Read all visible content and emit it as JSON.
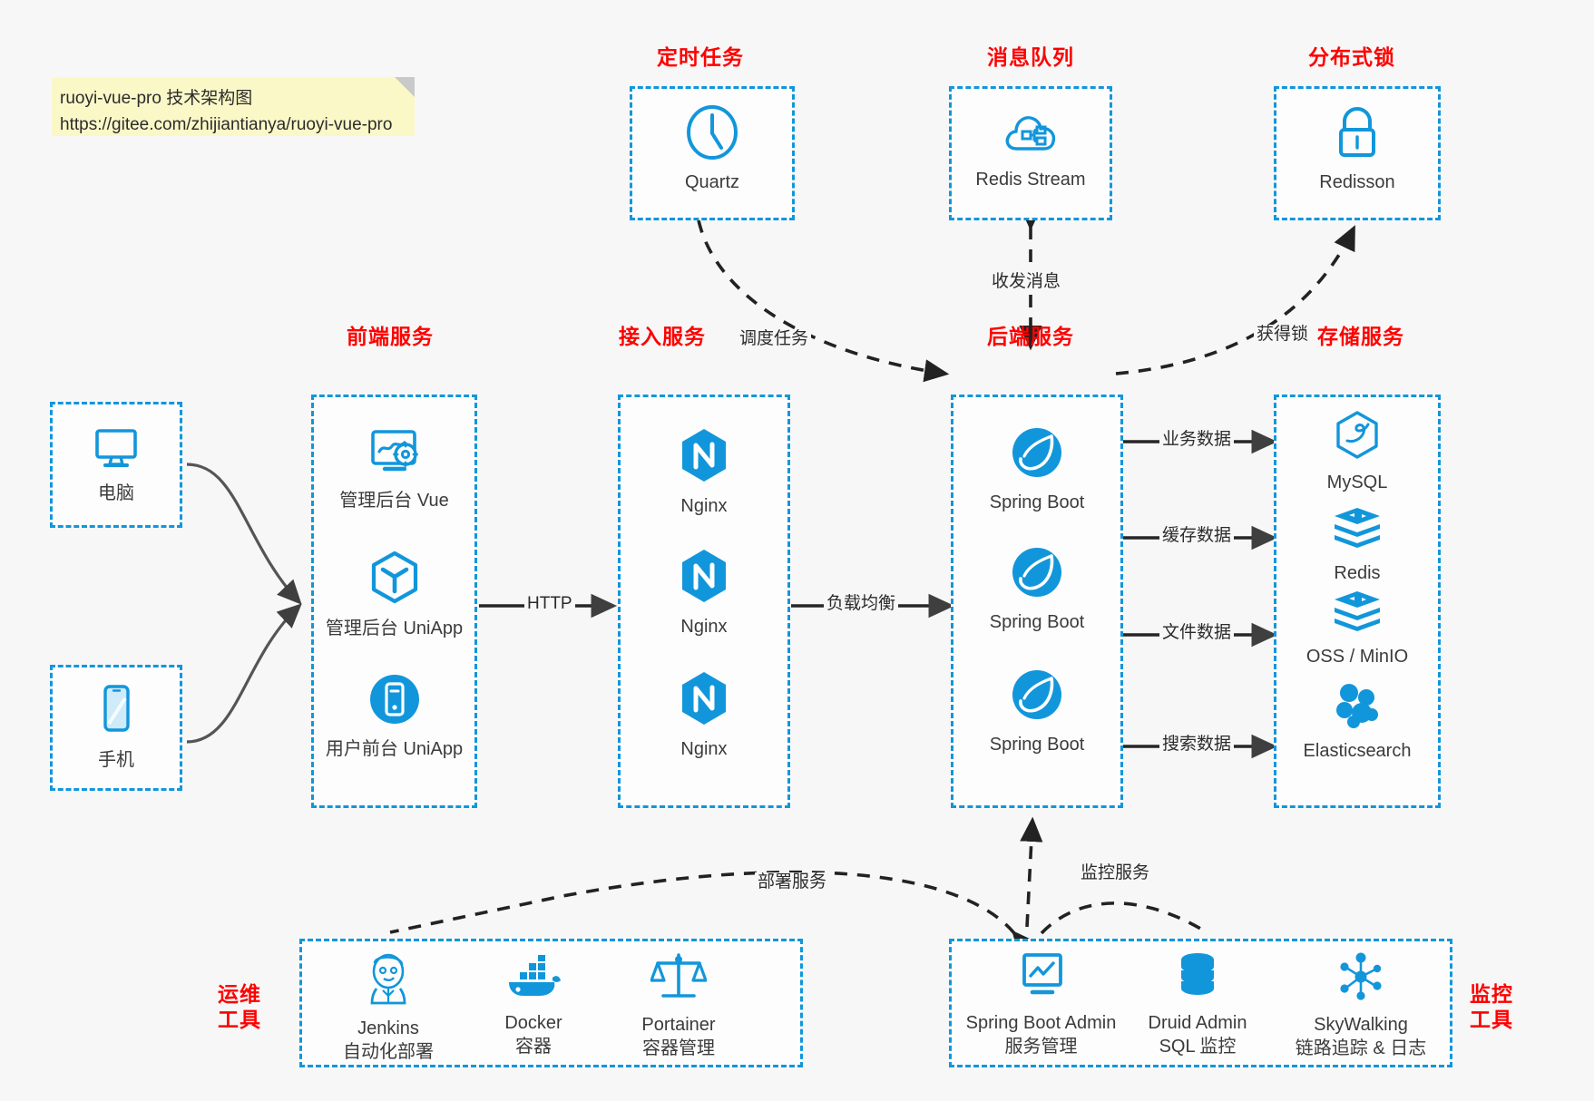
{
  "note": {
    "line1": "ruoyi-vue-pro 技术架构图",
    "line2": "https://gitee.com/zhijiantianya/ruoyi-vue-pro"
  },
  "colors": {
    "accent_blue": "#1296db",
    "icon_blue": "#1296db",
    "group_title_red": "#ff0000",
    "arrow_gray": "#3f3f3f",
    "background": "#f7f7f7",
    "note_yellow": "#fbf8c8"
  },
  "groups": {
    "scheduled_task": "定时任务",
    "message_queue": "消息队列",
    "distributed_lock": "分布式锁",
    "frontend_service": "前端服务",
    "gateway_service": "接入服务",
    "backend_service": "后端服务",
    "storage_service": "存储服务",
    "devops_tools": "运维\n工具",
    "devops_tools_l1": "运维",
    "devops_tools_l2": "工具",
    "monitor_tools_l1": "监控",
    "monitor_tools_l2": "工具"
  },
  "nodes": {
    "quartz": {
      "label": "Quartz",
      "icon": "clock-icon"
    },
    "redis_stream": {
      "label": "Redis Stream",
      "icon": "cloud-queue-icon"
    },
    "redisson": {
      "label": "Redisson",
      "icon": "lock-icon"
    },
    "computer": {
      "label": "电脑",
      "icon": "desktop-monitor-icon"
    },
    "phone": {
      "label": "手机",
      "icon": "mobile-phone-icon"
    },
    "admin_vue": {
      "label": "管理后台 Vue",
      "icon": "dashboard-screen-icon"
    },
    "admin_uniapp": {
      "label": "管理后台 UniApp",
      "icon": "hexagon-cube-icon"
    },
    "user_uniapp": {
      "label": "用户前台 UniApp",
      "icon": "mobile-app-circle-icon"
    },
    "nginx_1": {
      "label": "Nginx",
      "icon": "nginx-icon"
    },
    "nginx_2": {
      "label": "Nginx",
      "icon": "nginx-icon"
    },
    "nginx_3": {
      "label": "Nginx",
      "icon": "nginx-icon"
    },
    "spring_boot_1": {
      "label": "Spring Boot",
      "icon": "spring-boot-icon"
    },
    "spring_boot_2": {
      "label": "Spring Boot",
      "icon": "spring-boot-icon"
    },
    "spring_boot_3": {
      "label": "Spring Boot",
      "icon": "spring-boot-icon"
    },
    "mysql": {
      "label": "MySQL",
      "icon": "mysql-icon"
    },
    "redis": {
      "label": "Redis",
      "icon": "redis-stack-icon"
    },
    "oss_minio": {
      "label": "OSS / MinIO",
      "icon": "oss-stack-icon"
    },
    "elasticsearch": {
      "label": "Elasticsearch",
      "icon": "elasticsearch-icon"
    },
    "jenkins": {
      "label": "Jenkins",
      "sublabel": "自动化部署",
      "icon": "jenkins-icon"
    },
    "docker": {
      "label": "Docker",
      "sublabel": "容器",
      "icon": "docker-whale-icon"
    },
    "portainer": {
      "label": "Portainer",
      "sublabel": "容器管理",
      "icon": "portainer-scales-icon"
    },
    "spring_boot_admin": {
      "label": "Spring Boot Admin",
      "sublabel": "服务管理",
      "icon": "monitor-chart-icon"
    },
    "druid_admin": {
      "label": "Druid Admin",
      "sublabel": "SQL 监控",
      "icon": "database-icon"
    },
    "skywalking": {
      "label": "SkyWalking",
      "sublabel": "链路追踪 & 日志",
      "icon": "skywalking-nodes-icon"
    }
  },
  "edges": {
    "http": "HTTP",
    "load_balance": "负载均衡",
    "schedule_task": "调度任务",
    "send_receive_message": "收发消息",
    "acquire_lock": "获得锁",
    "business_data": "业务数据",
    "cache_data": "缓存数据",
    "file_data": "文件数据",
    "search_data": "搜索数据",
    "deploy_service": "部署服务",
    "monitor_service": "监控服务"
  }
}
